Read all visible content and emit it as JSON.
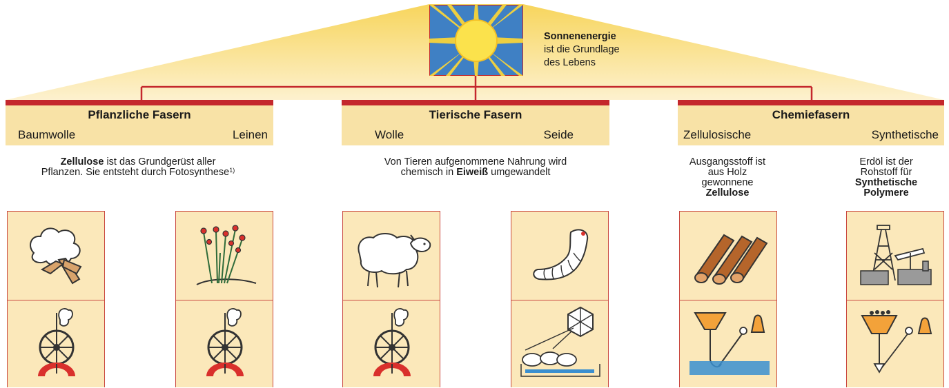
{
  "sun": {
    "title": "Sonnenenergie",
    "line2": "ist die Grundlage",
    "line3": "des Lebens"
  },
  "categories": [
    {
      "title": "Pflanzliche Fasern",
      "sub_left": "Baumwolle",
      "sub_right": "Leinen",
      "desc_bold": "Zellulose",
      "desc_rest": " ist das Grundgerüst aller",
      "desc_line2": "Pflanzen. Sie entsteht durch Fotosynthese",
      "desc_sup": "1)"
    },
    {
      "title": "Tierische Fasern",
      "sub_left": "Wolle",
      "sub_right": "Seide",
      "desc_line1": "Von Tieren aufgenommene Nahrung wird",
      "desc_pre": "chemisch in ",
      "desc_bold": "Eiweiß",
      "desc_post": " umgewandelt"
    },
    {
      "title": "Chemiefasern",
      "sub_left": "Zellulosische",
      "sub_right": "Synthetische",
      "desc_left_1": "Ausgangsstoff ist",
      "desc_left_2": "aus Holz",
      "desc_left_3": "gewonnene",
      "desc_left_bold": "Zellulose",
      "desc_right_1": "Erdöl ist der",
      "desc_right_2": "Rohstoff für",
      "desc_right_bold_1": "Synthetische",
      "desc_right_bold_2": "Polymere"
    }
  ],
  "tiles": [
    {
      "top_icon": "cotton-boll-icon",
      "bottom_icon": "spinning-wheel-icon"
    },
    {
      "top_icon": "flax-plant-icon",
      "bottom_icon": "spinning-wheel-icon"
    },
    {
      "top_icon": "sheep-icon",
      "bottom_icon": "spinning-wheel-icon"
    },
    {
      "top_icon": "silkworm-icon",
      "bottom_icon": "silk-reeling-icon"
    },
    {
      "top_icon": "wood-logs-icon",
      "bottom_icon": "viscose-spinning-icon"
    },
    {
      "top_icon": "oil-derrick-icon",
      "bottom_icon": "melt-spinning-icon"
    }
  ],
  "colors": {
    "roof": "#f9dc7a",
    "accent_red": "#c4272c",
    "header_fill": "#f8e2a6",
    "tile_fill": "#fbe8ba",
    "sun_sky": "#3f80c4",
    "sun_yellow": "#f7d43a",
    "orange": "#f3a23a",
    "blue_line": "#3a8fd0"
  }
}
